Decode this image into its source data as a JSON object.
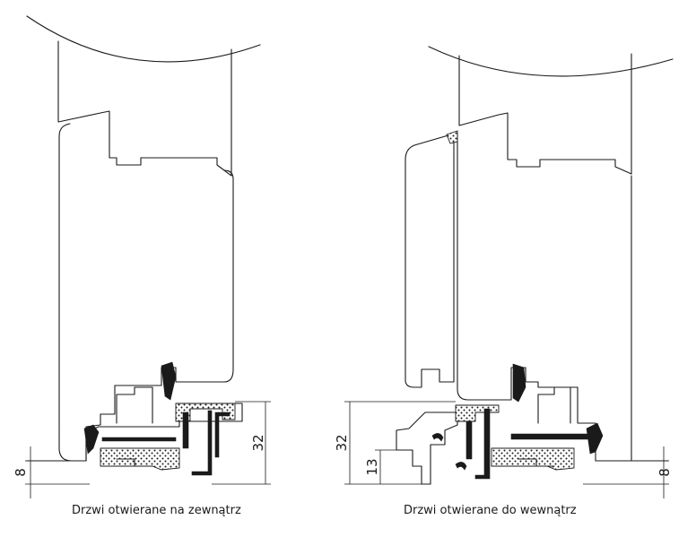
{
  "left_drawing": {
    "caption": "Drzwi otwierane na zewnątrz",
    "dimension_total": "32",
    "dimension_threshold": "8"
  },
  "right_drawing": {
    "caption": "Drzwi otwierane do wewnątrz",
    "dimension_total": "32",
    "dimension_step": "13",
    "dimension_threshold": "8"
  }
}
